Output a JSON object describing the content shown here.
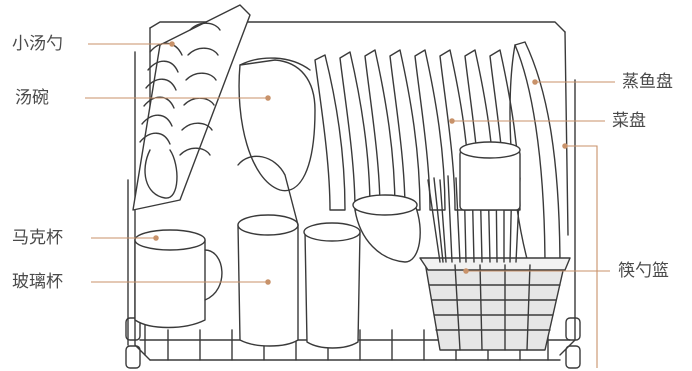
{
  "labels": {
    "small_spoon": "小汤勺",
    "soup_bowl": "汤碗",
    "mug": "马克杯",
    "glass": "玻璃杯",
    "steam_fish_plate": "蒸鱼盘",
    "dish_plate": "菜盘",
    "cutlery_basket": "筷勺篮"
  },
  "colors": {
    "leader_line": "#c8926a",
    "leader_dot": "#c8926a",
    "outline": "#3a3a3a",
    "text": "#4a4a4a",
    "basket_fill": "#e6e6e6"
  }
}
